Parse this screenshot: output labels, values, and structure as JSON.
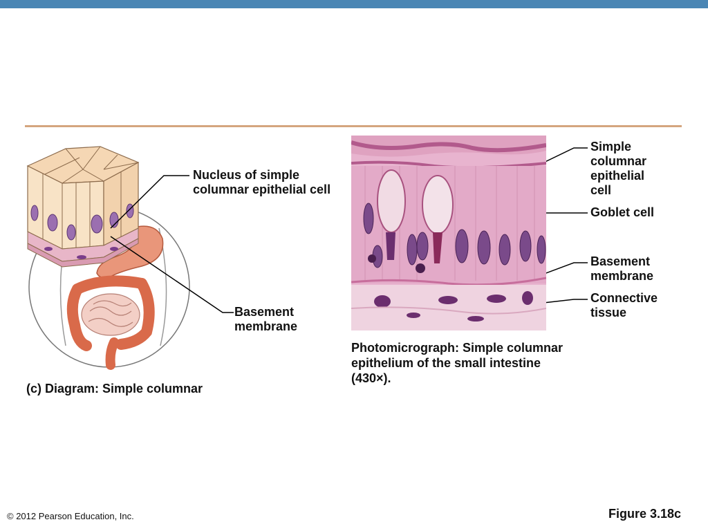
{
  "labels": {
    "nucleus": "Nucleus of simple\ncolumnar epithelial cell",
    "basement_left": "Basement\nmembrane",
    "simple_columnar_cell": "Simple\ncolumnar\nepithelial\ncell",
    "goblet_cell": "Goblet cell",
    "basement_right": "Basement\nmembrane",
    "connective_tissue": "Connective\ntissue"
  },
  "captions": {
    "photomicrograph": "Photomicrograph: Simple columnar\nepithelium of the small intestine\n(430×).",
    "diagram": "(c) Diagram: Simple columnar"
  },
  "footer": {
    "copyright": "© 2012 Pearson Education, Inc.",
    "figure": "Figure 3.18c"
  },
  "colors": {
    "top_bar": "#4a86b4",
    "divider": "#d4a57e",
    "cell_fill": "#f7e0c2",
    "nucleus": "#9b6fb0",
    "intestine": "#d96a4a",
    "stain_pink": "#e8b4cf",
    "stain_purple": "#6b2e6e"
  }
}
